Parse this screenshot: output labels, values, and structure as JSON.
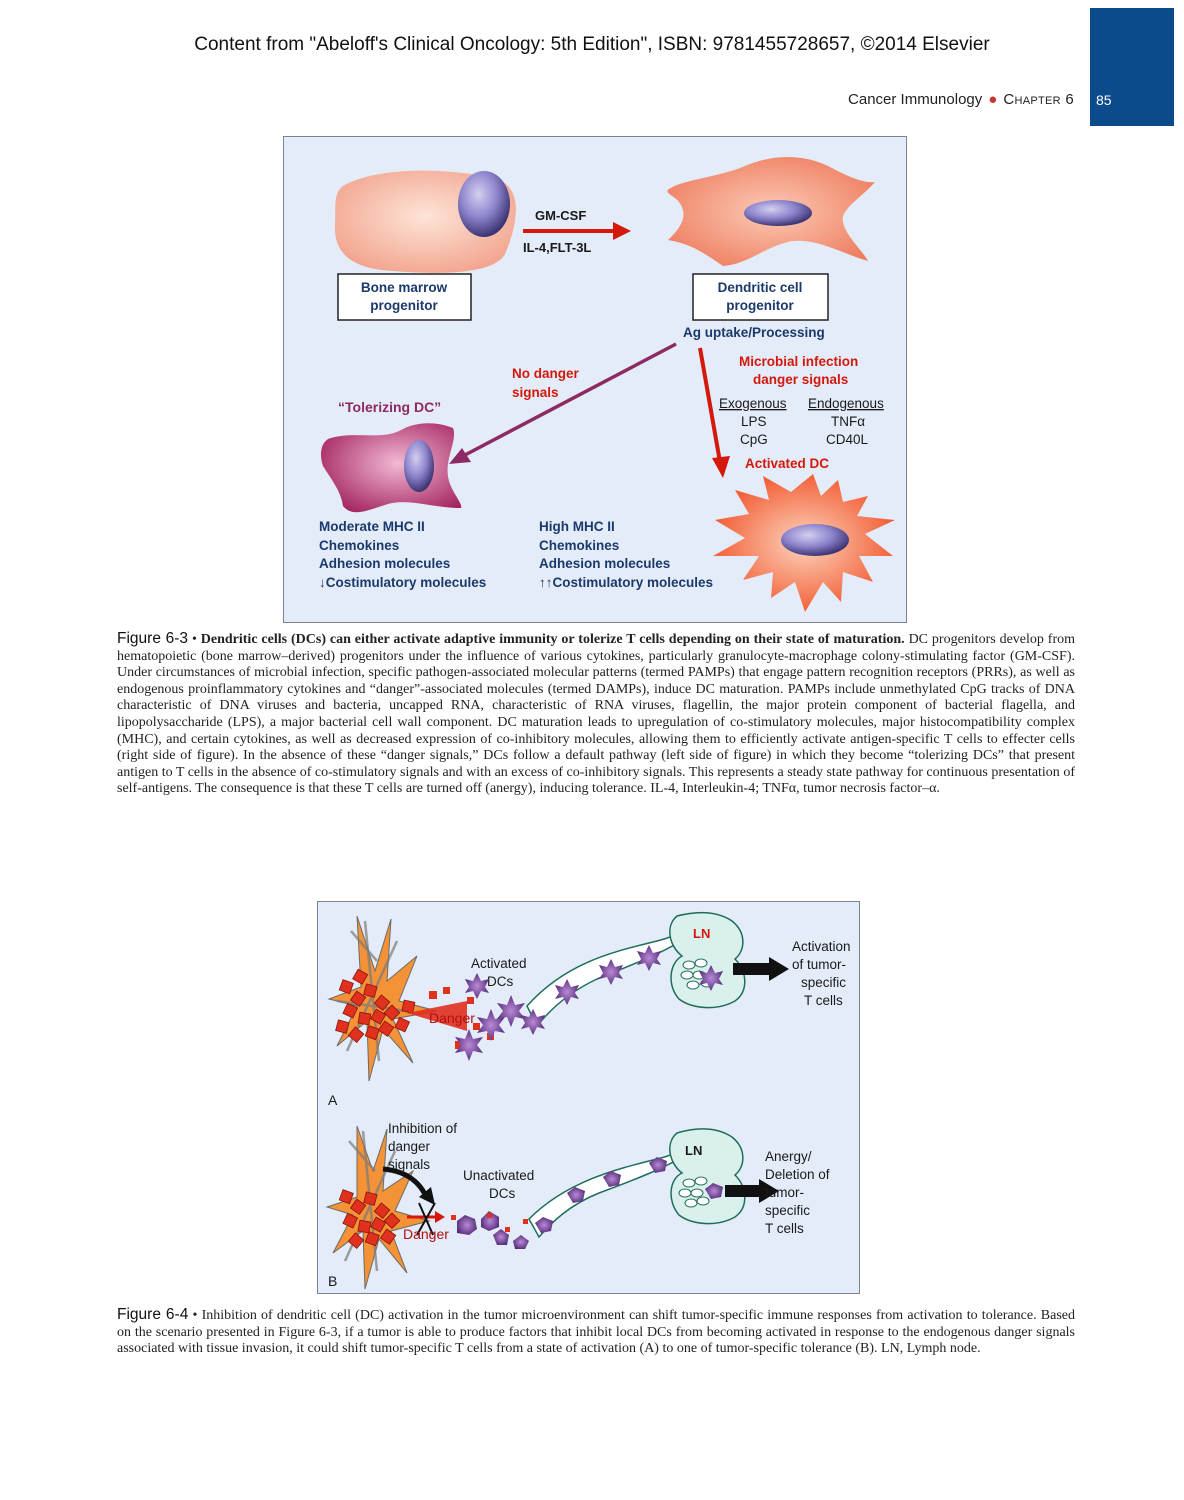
{
  "header": {
    "copyright": "Content from \"Abeloff's Clinical Oncology: 5th Edition\", ISBN: 9781455728657, ©2014 Elsevier",
    "running_title": "Cancer Immunology",
    "chapter": "Chapter 6",
    "page_number": "85"
  },
  "figure1": {
    "gm_csf": "GM-CSF",
    "il4_flt3l": "IL-4,FLT-3L",
    "bone_marrow_line1": "Bone marrow",
    "bone_marrow_line2": "progenitor",
    "dc_prog_line1": "Dendritic cell",
    "dc_prog_line2": "progenitor",
    "ag_uptake": "Ag uptake/Processing",
    "microbial_line1": "Microbial infection",
    "microbial_line2": "danger signals",
    "exogenous": "Exogenous",
    "endogenous": "Endogenous",
    "lps": "LPS",
    "cpg": "CpG",
    "tnfa": "TNFα",
    "cd40l": "CD40L",
    "activated_dc": "Activated DC",
    "no_danger_line1": "No danger",
    "no_danger_line2": "signals",
    "tolerizing_dc": "“Tolerizing DC”",
    "left_list": [
      "Moderate MHC II",
      "Chemokines",
      "Adhesion molecules",
      "↓Costimulatory molecules"
    ],
    "right_list": [
      "High MHC II",
      "Chemokines",
      "Adhesion molecules",
      "↑↑Costimulatory molecules"
    ]
  },
  "caption1": {
    "label": "Figure 6-3",
    "title": "Dendritic cells (DCs) can either activate adaptive immunity or tolerize T cells depending on their state of maturation.",
    "body": "DC progenitors develop from hematopoietic (bone marrow–derived) progenitors under the influence of various cytokines, particularly granulocyte-macrophage colony-stimulating factor (GM-CSF). Under circumstances of microbial infection, specific pathogen-associated molecular patterns (termed PAMPs) that engage pattern recognition receptors (PRRs), as well as endogenous proinflammatory cytokines and “danger”-associated molecules (termed DAMPs), induce DC maturation. PAMPs include unmethylated CpG tracks of DNA characteristic of DNA viruses and bacteria, uncapped RNA, characteristic of RNA viruses, flagellin, the major protein component of bacterial flagella, and lipopolysaccharide (LPS), a major bacterial cell wall component. DC maturation leads to upregulation of co-stimulatory molecules, major histocompatibility complex (MHC), and certain cytokines, as well as decreased expression of co-inhibitory molecules, allowing them to efficiently activate antigen-specific T cells to effecter cells (right side of figure). In the absence of these “danger signals,” DCs follow a default pathway (left side of figure) in which they become “tolerizing DCs” that present antigen to T cells in the absence of co-stimulatory signals and with an excess of co-inhibitory signals. This represents a steady state pathway for continuous presentation of self-antigens. The consequence is that these T cells are turned off (anergy), inducing tolerance. IL-4, Interleukin-4; TNFα, tumor necrosis factor–α."
  },
  "figure2": {
    "panel_a": {
      "label": "A",
      "ln": "LN",
      "activated_line1": "Activated",
      "activated_line2": "DCs",
      "danger": "Danger",
      "result": [
        "Activation",
        "of tumor-",
        "specific",
        "T cells"
      ]
    },
    "panel_b": {
      "label": "B",
      "ln": "LN",
      "inhibition": [
        "Inhibition of",
        "danger",
        "signals"
      ],
      "unactivated_line1": "Unactivated",
      "unactivated_line2": "DCs",
      "danger": "Danger",
      "result": [
        "Anergy/",
        "Deletion of",
        "tumor-",
        "specific",
        "T cells"
      ]
    }
  },
  "caption2": {
    "label": "Figure 6-4",
    "body": "Inhibition of dendritic cell (DC) activation in the tumor microenvironment can shift tumor-specific immune responses from activation to tolerance. Based on the scenario presented in Figure 6-3, if a tumor is able to produce factors that inhibit local DCs from becoming activated in response to the endogenous danger signals associated with tissue invasion, it could shift tumor-specific T cells from a state of activation (A) to one of tumor-specific tolerance (B). LN, Lymph node."
  },
  "colors": {
    "panel_bg": "#e3ecf8",
    "header_blue": "#0b4a8b",
    "dark_navy": "#1b3a6b",
    "red": "#d4180c",
    "purple": "#8e2a63"
  }
}
